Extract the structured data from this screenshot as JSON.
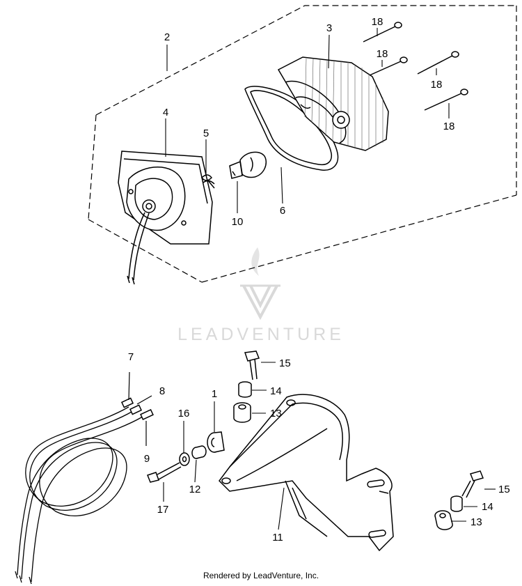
{
  "callouts": {
    "c1": "1",
    "c2": "2",
    "c3": "3",
    "c4": "4",
    "c5": "5",
    "c6": "6",
    "c7": "7",
    "c8": "8",
    "c9": "9",
    "c10": "10",
    "c11": "11",
    "c12": "12",
    "c13a": "13",
    "c13b": "13",
    "c14a": "14",
    "c14b": "14",
    "c15a": "15",
    "c15b": "15",
    "c16": "16",
    "c17": "17",
    "c18a": "18",
    "c18b": "18",
    "c18c": "18",
    "c18d": "18"
  },
  "watermark": {
    "text": "LEADVENTURE"
  },
  "footer": {
    "text": "Rendered by LeadVenture, Inc."
  }
}
